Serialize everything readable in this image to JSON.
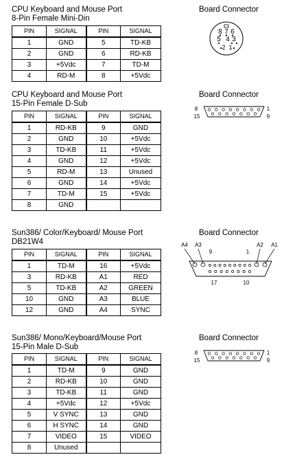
{
  "board_connector_label": "Board Connector",
  "headers": [
    "PIN",
    "SIGNAL",
    "PIN",
    "SIGNAL"
  ],
  "sections": [
    {
      "title": [
        "CPU Keyboard and Mouse Port",
        "8-Pin Female Mini-Din"
      ],
      "rows": [
        [
          "1",
          "GND",
          "5",
          "TD-KB"
        ],
        [
          "2",
          "GND",
          "6",
          "RD-KB"
        ],
        [
          "3",
          "+5Vdc",
          "7",
          "TD-M"
        ],
        [
          "4",
          "RD-M",
          "8",
          "+5Vdc"
        ]
      ],
      "connector": {
        "type": "mini-din",
        "labels": [
          "8",
          "7",
          "6",
          "5",
          "4",
          "3",
          "2",
          "1"
        ]
      }
    },
    {
      "title": [
        "CPU Keyboard and Mouse Port",
        "15-Pin Female D-Sub"
      ],
      "rows": [
        [
          "1",
          "RD-KB",
          "9",
          "GND"
        ],
        [
          "2",
          "GND",
          "10",
          "+5Vdc"
        ],
        [
          "3",
          "TD-KB",
          "11",
          "+5Vdc"
        ],
        [
          "4",
          "GND",
          "12",
          "+5Vdc"
        ],
        [
          "5",
          "RD-M",
          "13",
          "Unused"
        ],
        [
          "6",
          "GND",
          "14",
          "+5Vdc"
        ],
        [
          "7",
          "TD-M",
          "15",
          "+5Vdc"
        ],
        [
          "8",
          "GND",
          "",
          ""
        ]
      ],
      "connector": {
        "type": "dsub15",
        "labels": [
          "8",
          "15",
          "1",
          "9"
        ]
      }
    },
    {
      "title": [
        "Sun386/ Color/Keyboard/ Mouse Port",
        "DB21W4"
      ],
      "rows": [
        [
          "1",
          "TD-M",
          "16",
          "+5Vdc"
        ],
        [
          "3",
          "RD-KB",
          "A1",
          "RED"
        ],
        [
          "5",
          "TD-KB",
          "A2",
          "GREEN"
        ],
        [
          "10",
          "GND",
          "A3",
          "BLUE"
        ],
        [
          "12",
          "GND",
          "A4",
          "SYNC"
        ]
      ],
      "connector": {
        "type": "db21w4",
        "labels": [
          "A4",
          "A3",
          "9",
          "1",
          "A2",
          "A1",
          "17",
          "10"
        ]
      }
    },
    {
      "title": [
        "Sun386/ Mono/Keyboard/Mouse Port",
        "15-Pin Male D-Sub"
      ],
      "rows": [
        [
          "1",
          "TD-M",
          "9",
          "GND"
        ],
        [
          "2",
          "RD-KB",
          "10",
          "GND"
        ],
        [
          "3",
          "TD-KB",
          "11",
          "GND"
        ],
        [
          "4",
          "+5Vdc",
          "12",
          "+5Vdc"
        ],
        [
          "5",
          "V SYNC",
          "13",
          "GND"
        ],
        [
          "6",
          "H SYNC",
          "14",
          "GND"
        ],
        [
          "7",
          "VIDEO",
          "15",
          "VIDEO"
        ],
        [
          "8",
          "Unused",
          "",
          ""
        ]
      ],
      "connector": {
        "type": "dsub15",
        "labels": [
          "8",
          "15",
          "1",
          "9"
        ]
      }
    }
  ]
}
